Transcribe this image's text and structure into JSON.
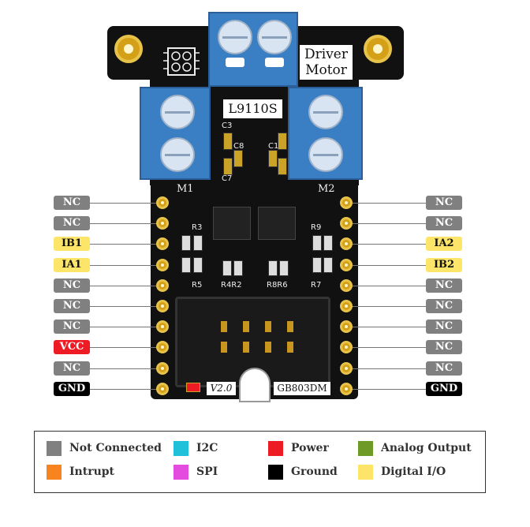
{
  "board": {
    "title_line1": "Driver",
    "title_line2": "Motor",
    "chip_label": "L9110S",
    "motor_left": "M1",
    "motor_right": "M2",
    "version": "V2.0",
    "part_number": "GB803DM",
    "silk": {
      "r3": "R3",
      "r5": "R5",
      "r4r2": "R4R2",
      "r8r6": "R8R6",
      "r9": "R9",
      "r7": "R7",
      "c3": "C3",
      "c8": "C8",
      "c7": "C7",
      "c1": "C1"
    }
  },
  "colors": {
    "not_connected": "#808080",
    "digital_io": "#fce569",
    "power": "#ed1c24",
    "ground": "#000000",
    "i2c": "#1ec1d9",
    "spi": "#e44ce0",
    "interrupt": "#f7841e",
    "analog_output": "#6e9a26"
  },
  "left_pins": [
    {
      "label": "NC",
      "type": "not_connected"
    },
    {
      "label": "NC",
      "type": "not_connected"
    },
    {
      "label": "IB1",
      "type": "digital_io"
    },
    {
      "label": "IA1",
      "type": "digital_io"
    },
    {
      "label": "NC",
      "type": "not_connected"
    },
    {
      "label": "NC",
      "type": "not_connected"
    },
    {
      "label": "NC",
      "type": "not_connected"
    },
    {
      "label": "VCC",
      "type": "power"
    },
    {
      "label": "NC",
      "type": "not_connected"
    },
    {
      "label": "GND",
      "type": "ground"
    }
  ],
  "right_pins": [
    {
      "label": "NC",
      "type": "not_connected"
    },
    {
      "label": "NC",
      "type": "not_connected"
    },
    {
      "label": "IA2",
      "type": "digital_io"
    },
    {
      "label": "IB2",
      "type": "digital_io"
    },
    {
      "label": "NC",
      "type": "not_connected"
    },
    {
      "label": "NC",
      "type": "not_connected"
    },
    {
      "label": "NC",
      "type": "not_connected"
    },
    {
      "label": "NC",
      "type": "not_connected"
    },
    {
      "label": "NC",
      "type": "not_connected"
    },
    {
      "label": "GND",
      "type": "ground"
    }
  ],
  "legend": [
    {
      "label": "Not Connected",
      "type": "not_connected"
    },
    {
      "label": "I2C",
      "type": "i2c"
    },
    {
      "label": "Power",
      "type": "power"
    },
    {
      "label": "Analog Output",
      "type": "analog_output"
    },
    {
      "label": "Intrupt",
      "type": "interrupt"
    },
    {
      "label": "SPI",
      "type": "spi"
    },
    {
      "label": "Ground",
      "type": "ground"
    },
    {
      "label": "Digital I/O",
      "type": "digital_io"
    }
  ]
}
